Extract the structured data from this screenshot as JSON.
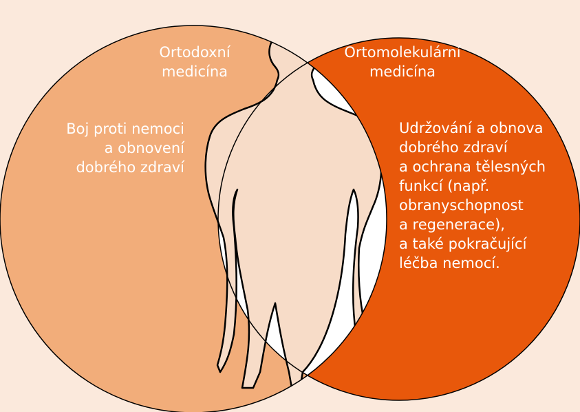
{
  "colors": {
    "background": "#fbe9dc",
    "left_circle": "#f2ad7a",
    "right_circle": "#e8580b",
    "overlap": "#ffffff",
    "body_silhouette": "#f7dcc8",
    "outline": "#000000",
    "text": "#ffffff"
  },
  "diagram": {
    "left": {
      "title": "Ortodoxní\nmedicína",
      "description": "Boj proti nemoci\na obnovení\ndobrého zdraví"
    },
    "right": {
      "title": "Ortomolekulární\nmedicína",
      "description": "Udržování a obnova\ndobrého zdraví\na ochrana tělesných\nfunkcí (např.\nobranyschopnost\na regenerace),\na také pokračující\nléčba nemocí."
    },
    "center_icon": "human-body-silhouette-icon"
  }
}
